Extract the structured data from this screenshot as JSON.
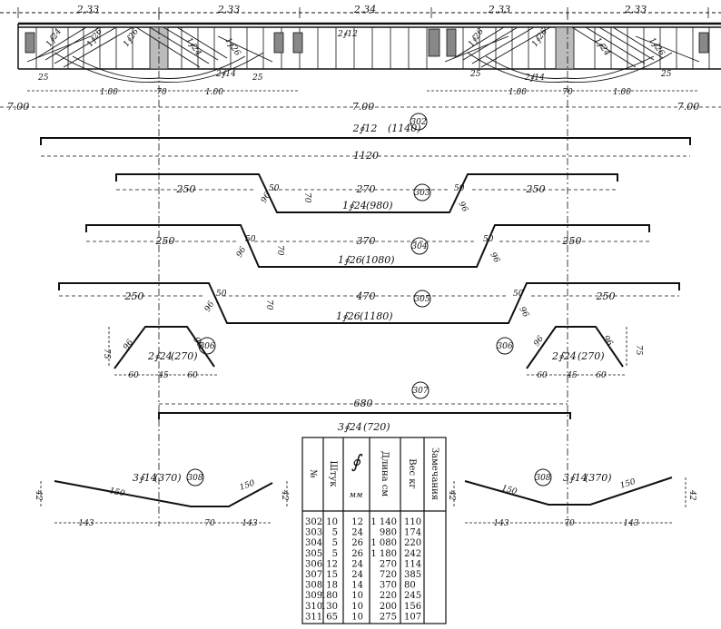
{
  "top_dims": [
    "2.33",
    "2.33",
    "2.34",
    "2.33",
    "2.33"
  ],
  "span_dims": [
    "7.00",
    "7.00",
    "7.00"
  ],
  "beam_marks": {
    "left": [
      "25",
      "1.00",
      "70",
      "1.00",
      "25",
      "2∮14"
    ],
    "right": [
      "25",
      "1.00",
      "70",
      "1.00",
      "25",
      "2∮14"
    ],
    "bars": [
      "1∮24",
      "1∮26",
      "1∮26",
      "1∮24",
      "1∮26",
      "2∮12",
      "1∮26",
      "1∮26",
      "1∮24",
      "1∮26"
    ]
  },
  "bars": {
    "b302": {
      "num": "302",
      "label": "2∮12",
      "len": "(1140)",
      "dim": "1120"
    },
    "b303": {
      "num": "303",
      "label": "1∮24",
      "len": "(980)",
      "left": "250",
      "mid": "270",
      "right": "250",
      "d1": "50",
      "d2": "70",
      "d3": "96",
      "d4": "50",
      "d5": "96"
    },
    "b304": {
      "num": "304",
      "label": "1∮26",
      "len": "(1080)",
      "left": "250",
      "mid": "370",
      "right": "250",
      "d1": "50",
      "d2": "70",
      "d3": "96",
      "d4": "50",
      "d5": "96"
    },
    "b305": {
      "num": "305",
      "label": "1∮26",
      "len": "(1180)",
      "left": "250",
      "mid": "470",
      "right": "250",
      "d1": "50",
      "d2": "70",
      "d3": "96",
      "d4": "50",
      "d5": "96"
    },
    "b306": {
      "num": "306",
      "label": "2∮24",
      "len": "(270)",
      "h": "75",
      "slope": "96",
      "w1": "60",
      "w2": "45",
      "w3": "60"
    },
    "b307": {
      "num": "307",
      "label": "3∮24",
      "len": "(720)",
      "dim": "680"
    },
    "b308": {
      "num": "308",
      "label": "3∮14",
      "len": "(370)",
      "s1": "150",
      "s2": "150",
      "h": "42",
      "w1": "143",
      "w2": "70",
      "w3": "143"
    }
  },
  "table": {
    "headers": [
      "№",
      "Штук",
      "∮",
      "мм",
      "Длина см",
      "Вес кг",
      "Замечания"
    ],
    "rows": [
      [
        "302",
        "10",
        "12",
        "1 140",
        "110"
      ],
      [
        "303",
        "5",
        "24",
        "980",
        "174"
      ],
      [
        "304",
        "5",
        "26",
        "1 080",
        "220"
      ],
      [
        "305",
        "5",
        "26",
        "1 180",
        "242"
      ],
      [
        "306",
        "12",
        "24",
        "270",
        "114"
      ],
      [
        "307",
        "15",
        "24",
        "720",
        "385"
      ],
      [
        "308",
        "18",
        "14",
        "370",
        "80"
      ],
      [
        "309",
        "180",
        "10",
        "220",
        "245"
      ],
      [
        "310",
        "130",
        "10",
        "200",
        "156"
      ],
      [
        "311",
        "65",
        "10",
        "275",
        "107"
      ]
    ]
  }
}
